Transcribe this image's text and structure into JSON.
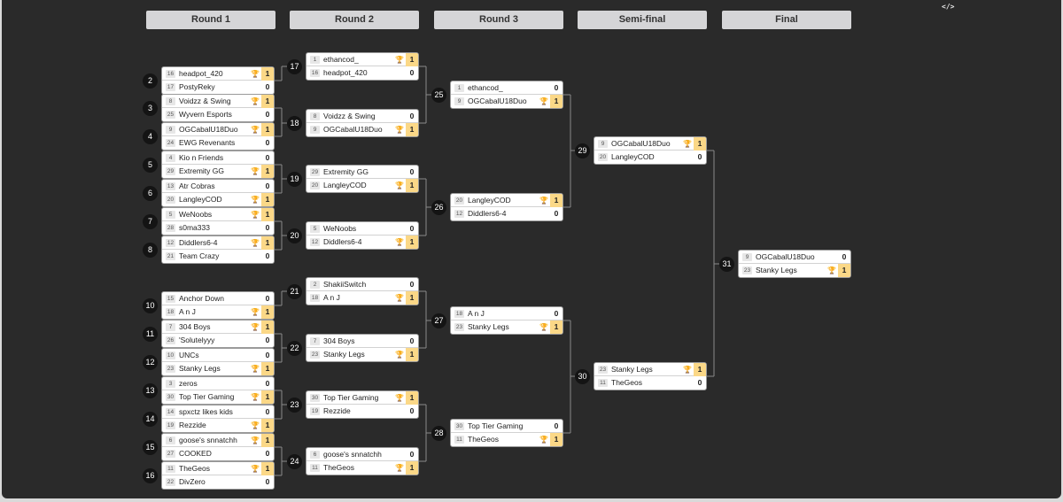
{
  "rounds": [
    "Round 1",
    "Round 2",
    "Round 3",
    "Semi-final",
    "Final"
  ],
  "embed_icon_glyph": "</>",
  "matches": [
    {
      "num": "2",
      "teams": [
        {
          "seed": "16",
          "name": "headpot_420",
          "score": "1",
          "win": true
        },
        {
          "seed": "17",
          "name": "PostyReky",
          "score": "0",
          "win": false
        }
      ]
    },
    {
      "num": "3",
      "teams": [
        {
          "seed": "8",
          "name": "Voidzz & Swing",
          "score": "1",
          "win": true
        },
        {
          "seed": "25",
          "name": "Wyvern Esports",
          "score": "0",
          "win": false
        }
      ]
    },
    {
      "num": "4",
      "teams": [
        {
          "seed": "9",
          "name": "OGCabalU18Duo",
          "score": "1",
          "win": true
        },
        {
          "seed": "24",
          "name": "EWG Revenants",
          "score": "0",
          "win": false
        }
      ]
    },
    {
      "num": "5",
      "teams": [
        {
          "seed": "4",
          "name": "Kio n Friends",
          "score": "0",
          "win": false
        },
        {
          "seed": "29",
          "name": "Extremity GG",
          "score": "1",
          "win": true
        }
      ]
    },
    {
      "num": "6",
      "teams": [
        {
          "seed": "13",
          "name": "Atr Cobras",
          "score": "0",
          "win": false
        },
        {
          "seed": "20",
          "name": "LangleyCOD",
          "score": "1",
          "win": true
        }
      ]
    },
    {
      "num": "7",
      "teams": [
        {
          "seed": "5",
          "name": "WeNoobs",
          "score": "1",
          "win": true
        },
        {
          "seed": "28",
          "name": "s0ma333",
          "score": "0",
          "win": false
        }
      ]
    },
    {
      "num": "8",
      "teams": [
        {
          "seed": "12",
          "name": "Diddlers6-4",
          "score": "1",
          "win": true
        },
        {
          "seed": "21",
          "name": "Team Crazy",
          "score": "0",
          "win": false
        }
      ]
    },
    {
      "num": "10",
      "teams": [
        {
          "seed": "15",
          "name": "Anchor Down",
          "score": "0",
          "win": false
        },
        {
          "seed": "18",
          "name": "A n J",
          "score": "1",
          "win": true
        }
      ]
    },
    {
      "num": "11",
      "teams": [
        {
          "seed": "7",
          "name": "304 Boys",
          "score": "1",
          "win": true
        },
        {
          "seed": "26",
          "name": "'Solutelyyy",
          "score": "0",
          "win": false
        }
      ]
    },
    {
      "num": "12",
      "teams": [
        {
          "seed": "10",
          "name": "UNCs",
          "score": "0",
          "win": false
        },
        {
          "seed": "23",
          "name": "Stanky Legs",
          "score": "1",
          "win": true
        }
      ]
    },
    {
      "num": "13",
      "teams": [
        {
          "seed": "3",
          "name": "zeros",
          "score": "0",
          "win": false
        },
        {
          "seed": "30",
          "name": "Top Tier Gaming",
          "score": "1",
          "win": true
        }
      ]
    },
    {
      "num": "14",
      "teams": [
        {
          "seed": "14",
          "name": "spxctz likes kids",
          "score": "0",
          "win": false
        },
        {
          "seed": "19",
          "name": "Rezzide",
          "score": "1",
          "win": true
        }
      ]
    },
    {
      "num": "15",
      "teams": [
        {
          "seed": "6",
          "name": "goose's snnatchh",
          "score": "1",
          "win": true
        },
        {
          "seed": "27",
          "name": "COOKED",
          "score": "0",
          "win": false
        }
      ]
    },
    {
      "num": "16",
      "teams": [
        {
          "seed": "11",
          "name": "TheGeos",
          "score": "1",
          "win": true
        },
        {
          "seed": "22",
          "name": "DivZero",
          "score": "0",
          "win": false
        }
      ]
    },
    {
      "num": "17",
      "teams": [
        {
          "seed": "1",
          "name": "ethancod_",
          "score": "1",
          "win": true
        },
        {
          "seed": "16",
          "name": "headpot_420",
          "score": "0",
          "win": false
        }
      ]
    },
    {
      "num": "18",
      "teams": [
        {
          "seed": "8",
          "name": "Voidzz & Swing",
          "score": "0",
          "win": false
        },
        {
          "seed": "9",
          "name": "OGCabalU18Duo",
          "score": "1",
          "win": true
        }
      ]
    },
    {
      "num": "19",
      "teams": [
        {
          "seed": "29",
          "name": "Extremity GG",
          "score": "0",
          "win": false
        },
        {
          "seed": "20",
          "name": "LangleyCOD",
          "score": "1",
          "win": true
        }
      ]
    },
    {
      "num": "20",
      "teams": [
        {
          "seed": "5",
          "name": "WeNoobs",
          "score": "0",
          "win": false
        },
        {
          "seed": "12",
          "name": "Diddlers6-4",
          "score": "1",
          "win": true
        }
      ]
    },
    {
      "num": "21",
      "teams": [
        {
          "seed": "2",
          "name": "ShakiiSwitch",
          "score": "0",
          "win": false
        },
        {
          "seed": "18",
          "name": "A n J",
          "score": "1",
          "win": true
        }
      ]
    },
    {
      "num": "22",
      "teams": [
        {
          "seed": "7",
          "name": "304 Boys",
          "score": "0",
          "win": false
        },
        {
          "seed": "23",
          "name": "Stanky Legs",
          "score": "1",
          "win": true
        }
      ]
    },
    {
      "num": "23",
      "teams": [
        {
          "seed": "30",
          "name": "Top Tier Gaming",
          "score": "1",
          "win": true
        },
        {
          "seed": "19",
          "name": "Rezzide",
          "score": "0",
          "win": false
        }
      ]
    },
    {
      "num": "24",
      "teams": [
        {
          "seed": "6",
          "name": "goose's snnatchh",
          "score": "0",
          "win": false
        },
        {
          "seed": "11",
          "name": "TheGeos",
          "score": "1",
          "win": true
        }
      ]
    },
    {
      "num": "25",
      "teams": [
        {
          "seed": "1",
          "name": "ethancod_",
          "score": "0",
          "win": false
        },
        {
          "seed": "9",
          "name": "OGCabalU18Duo",
          "score": "1",
          "win": true
        }
      ]
    },
    {
      "num": "26",
      "teams": [
        {
          "seed": "20",
          "name": "LangleyCOD",
          "score": "1",
          "win": true
        },
        {
          "seed": "12",
          "name": "Diddlers6-4",
          "score": "0",
          "win": false
        }
      ]
    },
    {
      "num": "27",
      "teams": [
        {
          "seed": "18",
          "name": "A n J",
          "score": "0",
          "win": false
        },
        {
          "seed": "23",
          "name": "Stanky Legs",
          "score": "1",
          "win": true
        }
      ]
    },
    {
      "num": "28",
      "teams": [
        {
          "seed": "30",
          "name": "Top Tier Gaming",
          "score": "0",
          "win": false
        },
        {
          "seed": "11",
          "name": "TheGeos",
          "score": "1",
          "win": true
        }
      ]
    },
    {
      "num": "29",
      "teams": [
        {
          "seed": "9",
          "name": "OGCabalU18Duo",
          "score": "1",
          "win": true
        },
        {
          "seed": "20",
          "name": "LangleyCOD",
          "score": "0",
          "win": false
        }
      ]
    },
    {
      "num": "30",
      "teams": [
        {
          "seed": "23",
          "name": "Stanky Legs",
          "score": "1",
          "win": true
        },
        {
          "seed": "11",
          "name": "TheGeos",
          "score": "0",
          "win": false
        }
      ]
    },
    {
      "num": "31",
      "teams": [
        {
          "seed": "9",
          "name": "OGCabalU18Duo",
          "score": "0",
          "win": false
        },
        {
          "seed": "23",
          "name": "Stanky Legs",
          "score": "1",
          "win": true
        }
      ]
    }
  ]
}
